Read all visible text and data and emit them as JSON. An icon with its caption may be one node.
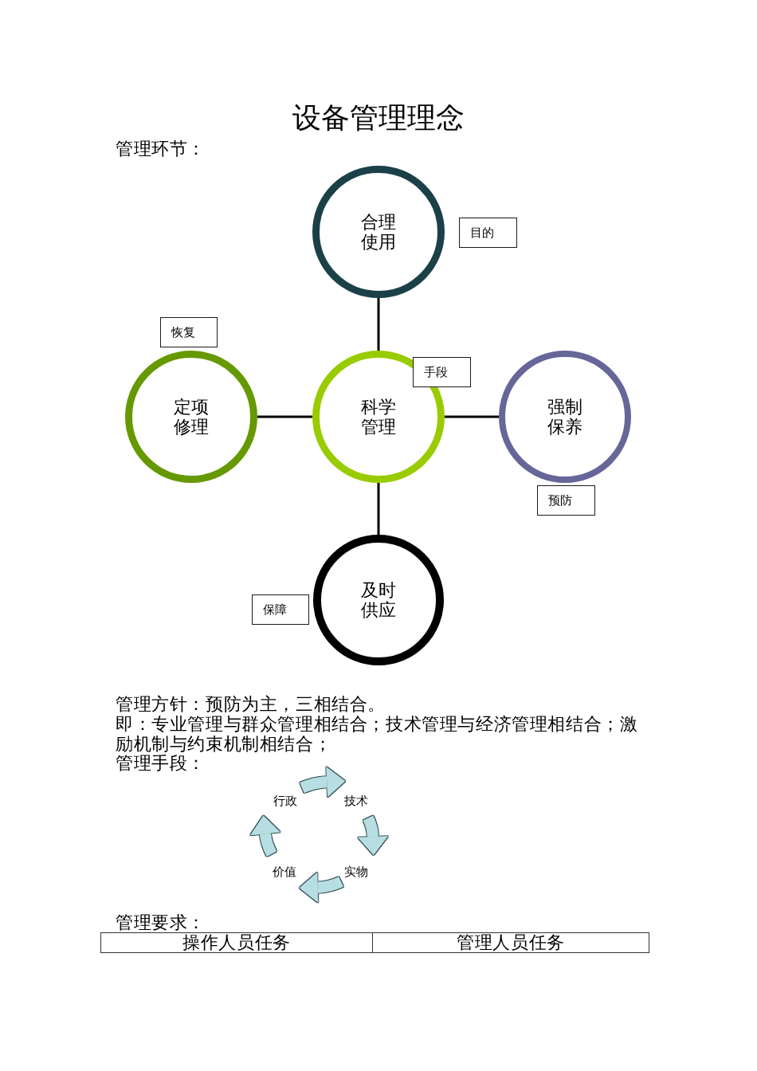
{
  "diagram": {
    "title": "设备管理理念",
    "nodes": [
      {
        "text": [
          "合理使用"
        ]
      },
      {
        "text": [
          "目的"
        ]
      },
      {
        "text": [
          "恢复"
        ]
      },
      {
        "text": [
          "定项修理"
        ]
      },
      {
        "text": [
          "科学管理"
        ]
      },
      {
        "text": [
          "手段"
        ]
      },
      {
        "text": [
          "强制保养"
        ]
      },
      {
        "text": [
          "预防"
        ]
      },
      {
        "text": [
          "保障"
        ]
      },
      {
        "text": [
          "及时供应"
        ]
      },
      {
        "text": [
          "行政"
        ]
      },
      {
        "text": [
          "技术"
        ]
      },
      {
        "text": [
          "实物"
        ]
      },
      {
        "text": [
          "价值"
        ]
      }
    ],
    "edges": [
      {
        "from": 4,
        "to": 0,
        "arrow": "none"
      },
      {
        "from": 4,
        "to": 3,
        "arrow": "none"
      },
      {
        "from": 4,
        "to": 6,
        "arrow": "none"
      },
      {
        "from": 4,
        "to": 9,
        "arrow": "none"
      },
      {
        "from": 10,
        "to": 11,
        "arrow": "to",
        "style": "thick",
        "color": "#b7dee2"
      },
      {
        "from": 11,
        "to": 12,
        "arrow": "to",
        "style": "thick",
        "color": "#b7dee2"
      },
      {
        "from": 12,
        "to": 13,
        "arrow": "to",
        "style": "thick",
        "color": "#b7dee2"
      },
      {
        "from": 13,
        "to": 10,
        "arrow": "to",
        "style": "thick",
        "color": "#b7dee2"
      }
    ],
    "labels": [
      "管理环节：",
      "管理方针：预防为主，三相结合。",
      "即：专业管理与群众管理相结合；技术管理与经济管理相结合；激励机制与约束机制相结合；",
      "管理手段：",
      "管理要求：",
      "操作人员任务",
      "管理人员任务"
    ]
  }
}
